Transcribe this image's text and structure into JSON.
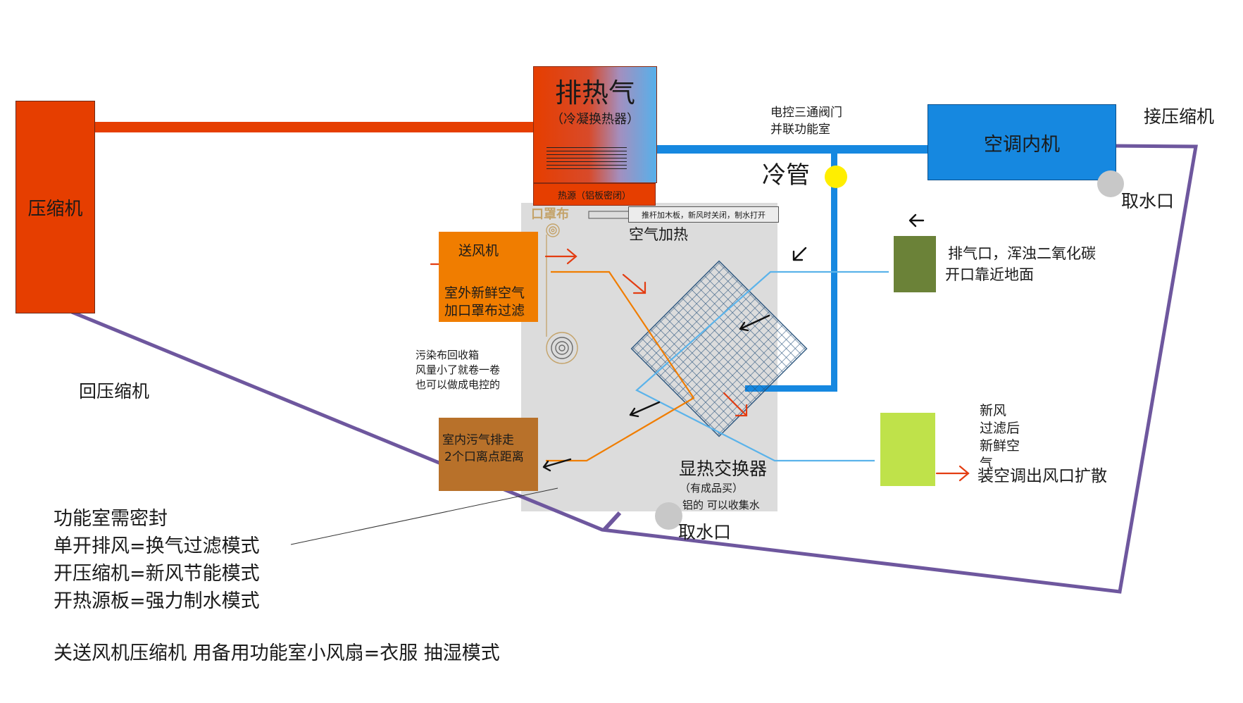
{
  "compressor": {
    "label": "压缩机"
  },
  "condenser": {
    "title": "排热气",
    "subtitle": "（冷凝换热器）"
  },
  "heat_source": {
    "label": "热源（铝板密闭）"
  },
  "mask_cloth": {
    "label": "口罩布"
  },
  "push_rod": {
    "label": "推杆加木板，新风时关闭，制水打开"
  },
  "air_heating": {
    "label": "空气加热"
  },
  "blower": {
    "title": "送风机",
    "lines": [
      "室外新鲜空气",
      "加口罩布过滤"
    ]
  },
  "recovery_box": {
    "lines": [
      "污染布回收箱",
      "风量小了就卷一卷",
      "也可以做成电控的"
    ]
  },
  "exhaust_out": {
    "lines": [
      "室内污气排走",
      "2个口离点距离"
    ]
  },
  "heat_exchanger": {
    "label": "显热交换器",
    "sub1": "（有成品买）",
    "sub2": "铝的 可以收集水"
  },
  "water_outlet_center": {
    "label": "取水口"
  },
  "water_outlet_right": {
    "label": "取水口"
  },
  "valve": {
    "lines": [
      "电控三通阀门",
      "并联功能室"
    ]
  },
  "cold_pipe": {
    "label": "冷管"
  },
  "ac_indoor": {
    "label": "空调内机"
  },
  "to_compressor": {
    "label": "接压缩机"
  },
  "return_compressor": {
    "label": "回压缩机"
  },
  "exhaust_port": {
    "lines": [
      "排气口，浑浊二氧化碳",
      "开口靠近地面"
    ]
  },
  "fresh_air": {
    "lines": [
      "新风",
      "过滤后",
      "新鲜空",
      "气"
    ],
    "outlet": "装空调出风口扩散"
  },
  "modes": {
    "lines": [
      "功能室需密封",
      "单开排风=换气过滤模式",
      "开压缩机=新风节能模式",
      "开热源板=强力制水模式"
    ],
    "note": "关送风机压缩机  用备用功能室小风扇=衣服 抽湿模式"
  },
  "colors": {
    "hot": "#e63e00",
    "blue_pipe": "#1688e0",
    "light_blue": "#5bb3ea",
    "purple": "#6e579e",
    "orange": "#f07d00",
    "brown": "#b8712a",
    "olive": "#6b8238",
    "lime": "#bfe24a",
    "chamber": "#dcdcdc",
    "yellow": "#ffee00",
    "water": "#c8c8c8",
    "gold": "#c4a36a"
  }
}
